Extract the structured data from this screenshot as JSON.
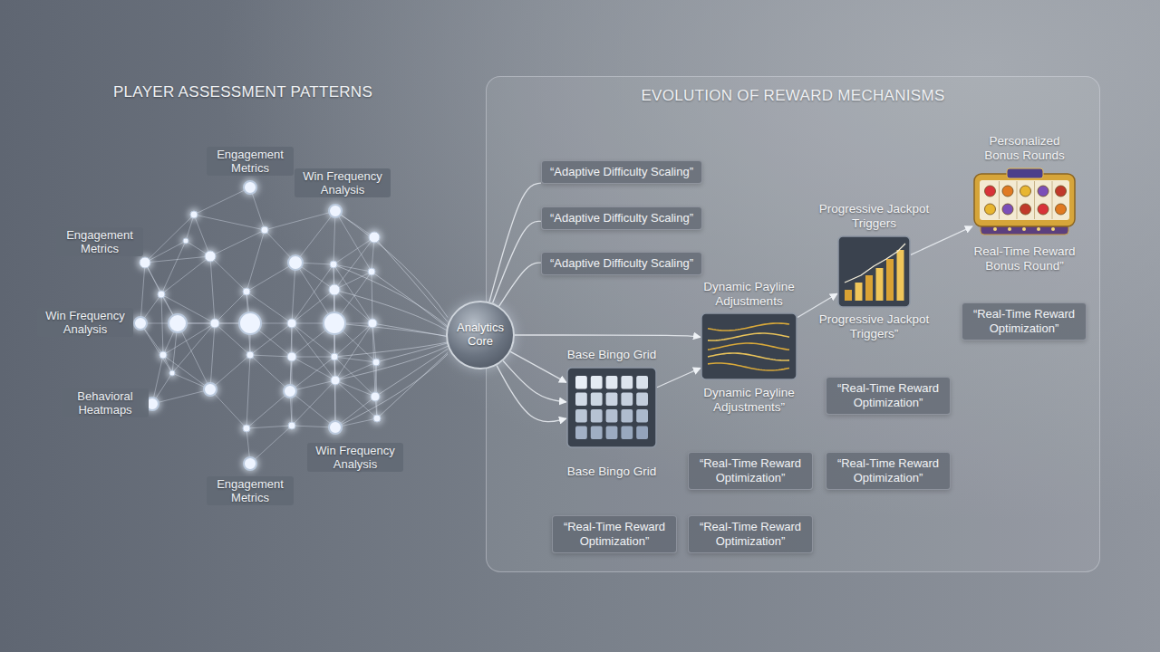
{
  "diagram": {
    "nodes": [
      {
        "text": [
          "Analytics Core"
        ]
      },
      {
        "text": [
          "EVOLUTION OF REWARD MECHANISMS"
        ]
      },
      {
        "text": [
          "“Adaptive Difficulty Scaling”"
        ],
        "in": 1
      },
      {
        "text": [
          "“Adaptive Difficulty Scaling”"
        ],
        "in": 1
      },
      {
        "text": [
          "“Adaptive Difficulty Scaling”"
        ],
        "in": 1
      },
      {
        "text": [
          "Base Bingo Grid",
          "Base Bingo Grid"
        ],
        "in": 1
      },
      {
        "text": [
          "Dynamic Payline Adjustments",
          "Dynamic Payline Adjustments”"
        ],
        "in": 1
      },
      {
        "text": [
          "Progressive Jackpot Triggers",
          "Progressive Jackpot Triggers”"
        ],
        "in": 1
      },
      {
        "text": [
          "Personalized Bonus Rounds",
          "Real-Time Reward Bonus Round”"
        ],
        "in": 1
      },
      {
        "text": [
          "“Real-Time Reward Optimization”"
        ],
        "in": 1
      },
      {
        "text": [
          "“Real-Time Reward Optimization”"
        ],
        "in": 1
      },
      {
        "text": [
          "“Real-Time Reward Optimization”"
        ],
        "in": 1
      },
      {
        "text": [
          "“Real-Time Reward Optimization”"
        ],
        "in": 1
      },
      {
        "text": [
          "“Real-Time Reward Optimization”"
        ],
        "in": 1
      },
      {
        "text": [
          "“Real-Time Reward Optimization”"
        ],
        "in": 1
      }
    ],
    "edges": [
      {
        "from": 0,
        "to": 2,
        "arrow": "none"
      },
      {
        "from": 0,
        "to": 3,
        "arrow": "none"
      },
      {
        "from": 0,
        "to": 4,
        "arrow": "none"
      },
      {
        "from": 0,
        "to": 5,
        "arrow": "to"
      },
      {
        "from": 0,
        "to": 6,
        "arrow": "to"
      },
      {
        "from": 5,
        "to": 6,
        "arrow": "to"
      },
      {
        "from": 6,
        "to": 7,
        "arrow": "to"
      },
      {
        "from": 7,
        "to": 8,
        "arrow": "to"
      },
      {
        "from": 0,
        "to": 5,
        "arrow": "to"
      },
      {
        "from": 0,
        "to": 5,
        "arrow": "to"
      }
    ],
    "labels": [
      "PLAYER ASSESSMENT PATTERNS",
      "Engagement Metrics",
      "Win Frequency Analysis",
      "Engagement Metrics",
      "Win Frequency Analysis",
      "Behavioral Heatmaps",
      "Win Frequency Analysis",
      "Engagement Metrics"
    ]
  }
}
